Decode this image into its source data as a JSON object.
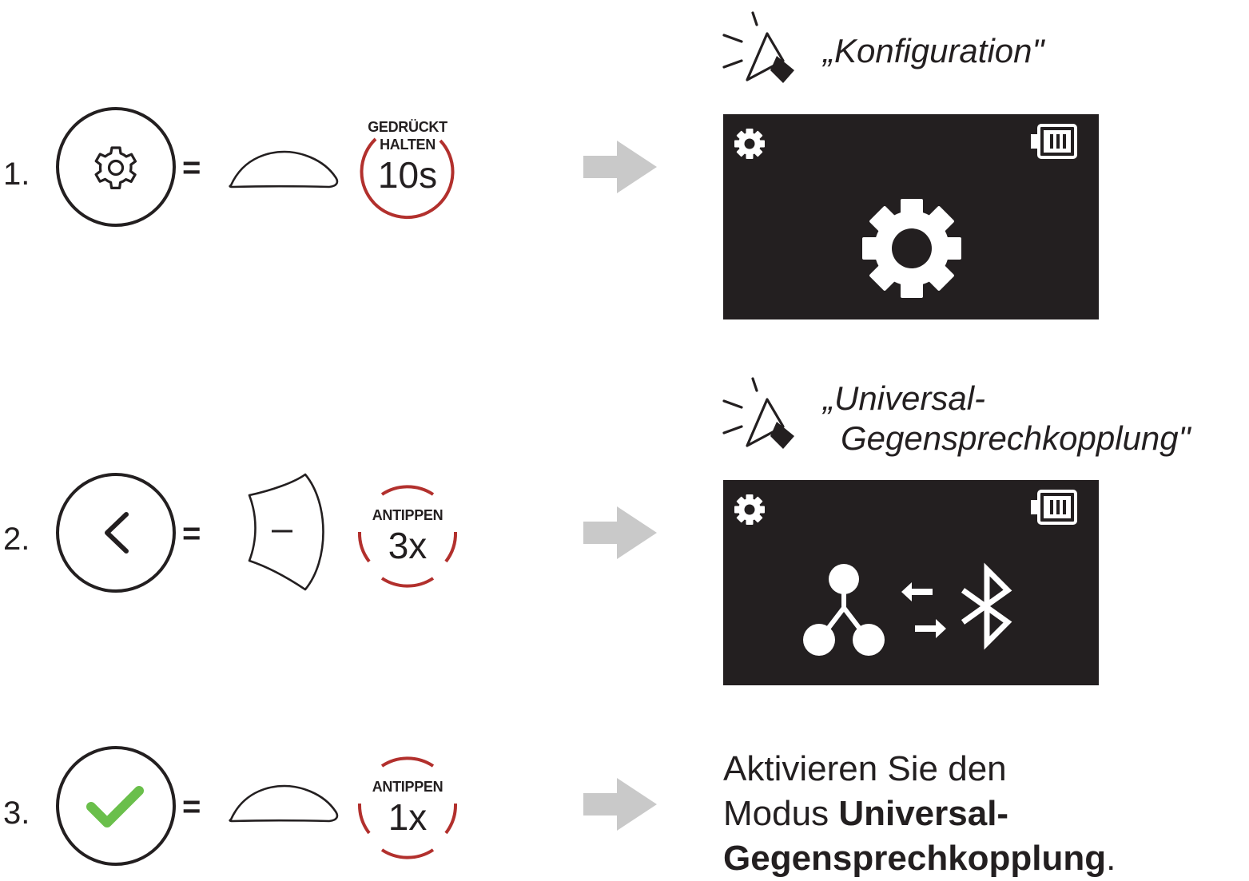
{
  "steps": [
    {
      "number": "1.",
      "button_icon": "gear-outline-icon",
      "equals": "=",
      "device_button": "oval-button",
      "action_label_1": "GEDRÜCKT",
      "action_label_2": "HALTEN",
      "action_value": "10s",
      "voice_prompt": "„Konfiguration\"",
      "screen_icons": [
        "small-gear-icon",
        "battery-icon",
        "large-gear-icon"
      ]
    },
    {
      "number": "2.",
      "button_icon": "chevron-left-icon",
      "equals": "=",
      "device_button": "minus-button",
      "action_label_1": "ANTIPPEN",
      "action_value": "3x",
      "voice_prompt_line1": "„Universal-",
      "voice_prompt_line2": "Gegensprechkopplung\"",
      "screen_icons": [
        "small-gear-icon",
        "battery-icon",
        "intercom-network-icon",
        "transfer-arrows-icon",
        "bluetooth-icon"
      ]
    },
    {
      "number": "3.",
      "button_icon": "checkmark-icon",
      "equals": "=",
      "device_button": "oval-button",
      "action_label_1": "ANTIPPEN",
      "action_value": "1x",
      "result_line1": "Aktivieren Sie den",
      "result_line2_prefix": "Modus",
      "result_line2_bold": "Universal-",
      "result_line3_bold": "Gegensprechkopplung",
      "result_line3_suffix": "."
    }
  ],
  "colors": {
    "text": "#231f20",
    "badge_ring": "#b2302d",
    "arrow": "#c9c9c9",
    "screen_bg": "#231f20",
    "check": "#6abf4b"
  }
}
